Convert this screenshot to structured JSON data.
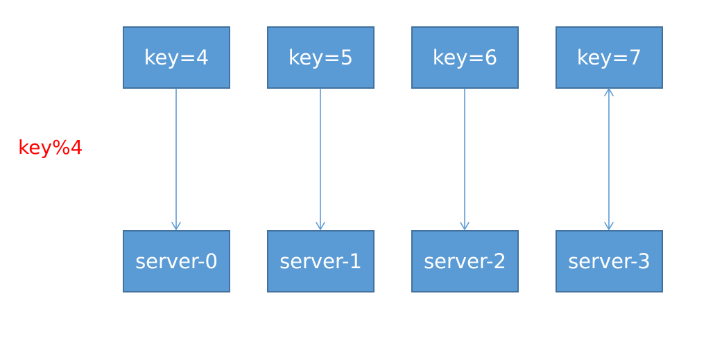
{
  "modulo_label": "key%4",
  "keys": [
    "key=4",
    "key=5",
    "key=6",
    "key=7"
  ],
  "servers": [
    "server-0",
    "server-1",
    "server-2",
    "server-3"
  ],
  "connections": [
    {
      "from": 0,
      "to": 0,
      "bidirectional": false
    },
    {
      "from": 1,
      "to": 1,
      "bidirectional": false
    },
    {
      "from": 2,
      "to": 2,
      "bidirectional": false
    },
    {
      "from": 3,
      "to": 3,
      "bidirectional": true
    }
  ],
  "colors": {
    "box_fill": "#5b9bd5",
    "box_border": "#41719c",
    "box_text": "#ffffff",
    "connector": "#5b9bd5",
    "modulo_text": "#ff0000"
  }
}
